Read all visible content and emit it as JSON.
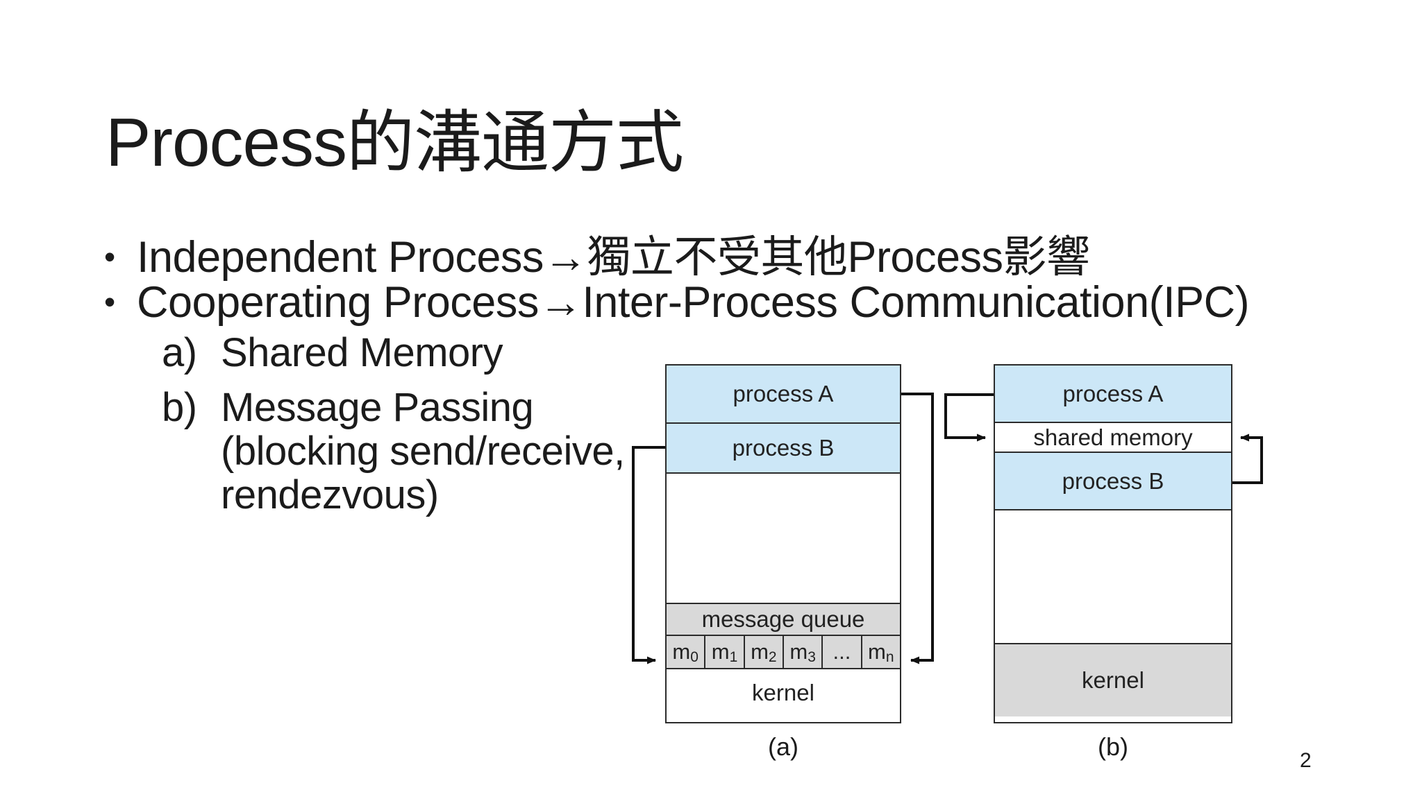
{
  "slide": {
    "title": "Process的溝通方式",
    "page_number": "2",
    "bullets": [
      {
        "marker": "•",
        "text": "Independent Process→獨立不受其他Process影響"
      },
      {
        "marker": "•",
        "text": "Cooperating Process→Inter-Process Communication(IPC)"
      }
    ],
    "sub_items": [
      {
        "marker": "a)",
        "line1": "Shared Memory",
        "line2": "",
        "line3": ""
      },
      {
        "marker": "b)",
        "line1": "Message Passing",
        "line2": "(blocking send/receive,",
        "line3": "rendezvous)"
      }
    ]
  },
  "diagram_a": {
    "caption": "(a)",
    "process_a": "process A",
    "process_b": "process B",
    "message_queue": "message queue",
    "kernel": "kernel",
    "queue_cells": [
      {
        "base": "m",
        "sub": "0"
      },
      {
        "base": "m",
        "sub": "1"
      },
      {
        "base": "m",
        "sub": "2"
      },
      {
        "base": "m",
        "sub": "3"
      },
      {
        "base": "...",
        "sub": ""
      },
      {
        "base": "m",
        "sub": "n"
      }
    ]
  },
  "diagram_b": {
    "caption": "(b)",
    "process_a": "process A",
    "shared_memory": "shared memory",
    "process_b": "process B",
    "kernel": "kernel"
  },
  "colors": {
    "band_blue": "#cce7f7",
    "band_gray": "#d9d9d9",
    "line_dark": "#2b2b2b",
    "arrow_black": "#111111"
  }
}
